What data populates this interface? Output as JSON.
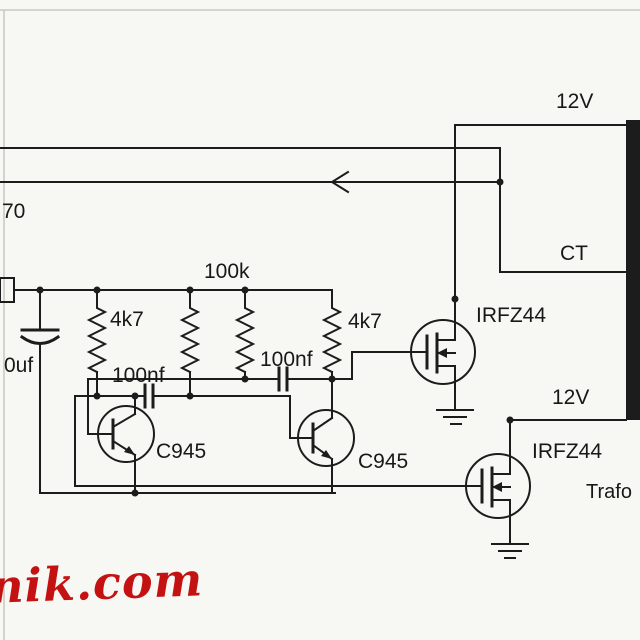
{
  "diagram": {
    "title_hint": "inverter schematic",
    "labels": {
      "partial_value_top_left": "70",
      "supply_top": "12V",
      "center_tap": "CT",
      "supply_bottom": "12V",
      "transformer": "Trafo",
      "mosfet_upper": "IRFZ44",
      "mosfet_lower": "IRFZ44",
      "base_resistors": "100k",
      "collector_resistor_left": "4k7",
      "collector_resistor_right": "4k7",
      "coupling_cap_left": "100nf",
      "coupling_cap_right": "100nf",
      "transistor_left": "C945",
      "transistor_right": "C945",
      "electrolytic_cap_partial": "0uf"
    },
    "watermark": {
      "text": "nik.com",
      "color": "#c41212"
    },
    "colors": {
      "ink": "#1c1c1c",
      "background": "#f7f7f3",
      "frame": "#c9c9c3",
      "transformer_block": "#111111"
    }
  }
}
